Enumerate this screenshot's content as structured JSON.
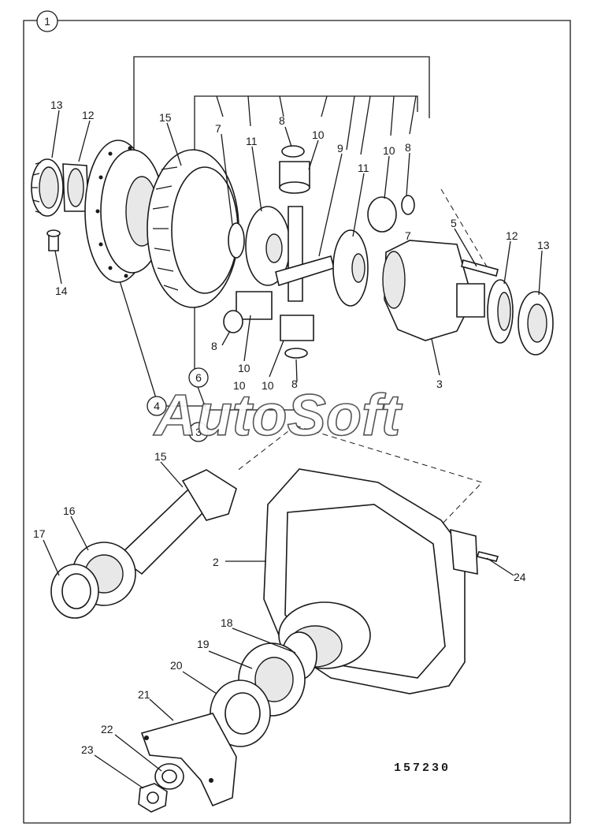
{
  "figure": {
    "figure_number": "1",
    "drawing_code": "157230",
    "watermark": "AutoSoft"
  },
  "callouts": [
    {
      "id": "c13a",
      "text": "13"
    },
    {
      "id": "c12a",
      "text": "12"
    },
    {
      "id": "c15a",
      "text": "15"
    },
    {
      "id": "c7a",
      "text": "7"
    },
    {
      "id": "c11a",
      "text": "11"
    },
    {
      "id": "c8a",
      "text": "8"
    },
    {
      "id": "c10a",
      "text": "10"
    },
    {
      "id": "c9",
      "text": "9"
    },
    {
      "id": "c11b",
      "text": "11"
    },
    {
      "id": "c10b",
      "text": "10"
    },
    {
      "id": "c8b",
      "text": "8"
    },
    {
      "id": "c7b",
      "text": "7"
    },
    {
      "id": "c5",
      "text": "5"
    },
    {
      "id": "c12b",
      "text": "12"
    },
    {
      "id": "c13b",
      "text": "13"
    },
    {
      "id": "c14",
      "text": "14"
    },
    {
      "id": "c8c",
      "text": "8"
    },
    {
      "id": "c10c",
      "text": "10"
    },
    {
      "id": "c10d",
      "text": "10"
    },
    {
      "id": "c10e",
      "text": "10"
    },
    {
      "id": "c8d",
      "text": "8"
    },
    {
      "id": "c3",
      "text": "3"
    },
    {
      "id": "c15b",
      "text": "15"
    },
    {
      "id": "c16",
      "text": "16"
    },
    {
      "id": "c17",
      "text": "17"
    },
    {
      "id": "c2",
      "text": "2"
    },
    {
      "id": "c24",
      "text": "24"
    },
    {
      "id": "c18",
      "text": "18"
    },
    {
      "id": "c19",
      "text": "19"
    },
    {
      "id": "c20",
      "text": "20"
    },
    {
      "id": "c21",
      "text": "21"
    },
    {
      "id": "c22",
      "text": "22"
    },
    {
      "id": "c23",
      "text": "23"
    }
  ],
  "circled_labels": [
    {
      "id": "k6",
      "text": "6"
    },
    {
      "id": "k4",
      "text": "4"
    },
    {
      "id": "k3",
      "text": "3"
    }
  ]
}
